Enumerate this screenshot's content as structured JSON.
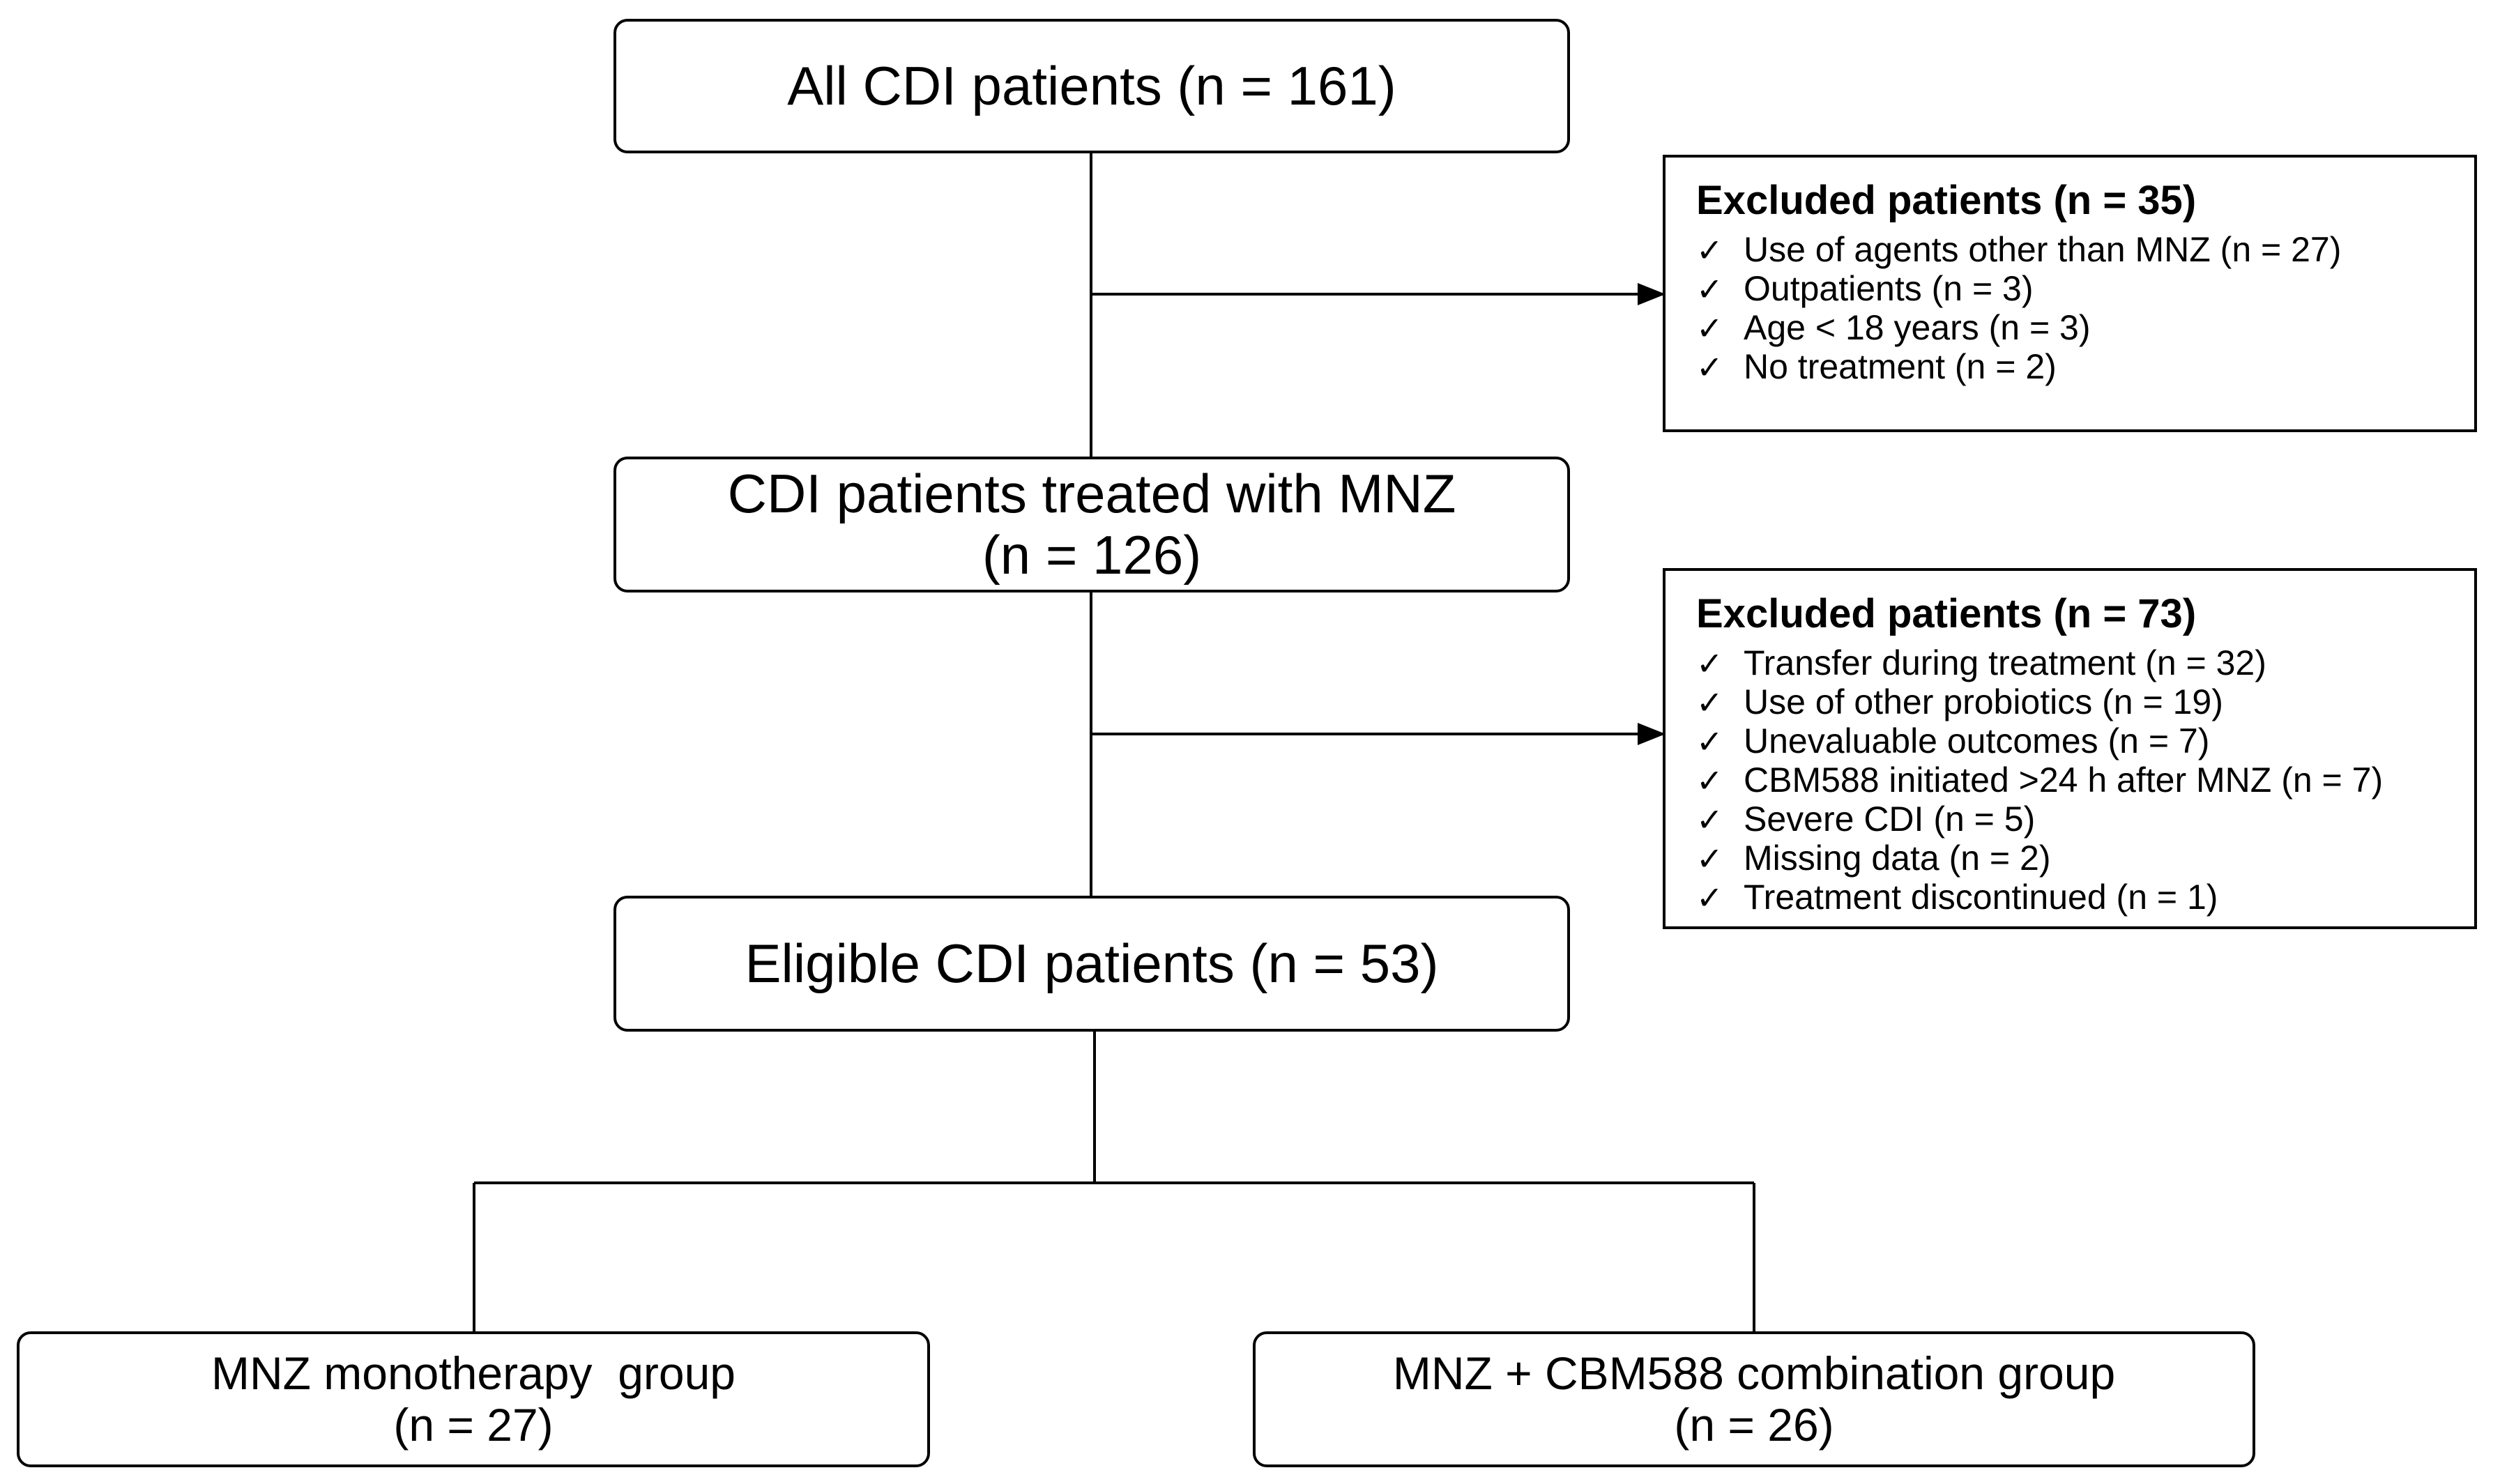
{
  "boxes": {
    "all": {
      "line1": "All CDI patients (n = 161)"
    },
    "treated": {
      "line1": "CDI patients treated with MNZ",
      "line2": "(n = 126)"
    },
    "eligible": {
      "line1": "Eligible CDI patients (n = 53)"
    },
    "mono": {
      "line1": "MNZ monotherapy  group",
      "line2": "(n = 27)"
    },
    "combo": {
      "line1": "MNZ + CBM588 combination group",
      "line2": "(n = 26)"
    }
  },
  "exclusions": [
    {
      "title": "Excluded patients (n = 35)",
      "items": [
        "Use of agents other than MNZ (n = 27)",
        "Outpatients (n = 3)",
        "Age < 18 years (n = 3)",
        "No treatment (n = 2)"
      ]
    },
    {
      "title": "Excluded patients (n = 73)",
      "items": [
        "Transfer during treatment (n = 32)",
        "Use of other probiotics (n = 19)",
        "Unevaluable outcomes (n = 7)",
        "CBM588 initiated >24 h after MNZ (n = 7)",
        "Severe CDI (n = 5)",
        "Missing data (n = 2)",
        "Treatment discontinued (n = 1)"
      ]
    }
  ],
  "check_glyph": "✓"
}
